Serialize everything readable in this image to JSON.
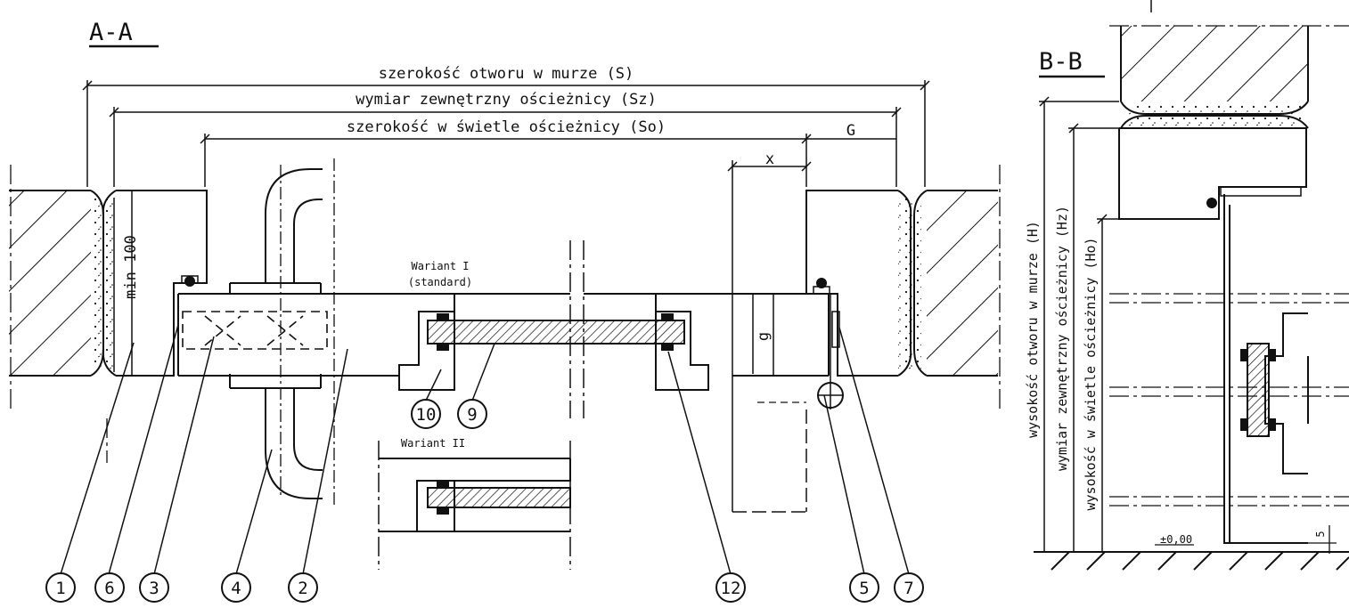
{
  "section_a": {
    "title": "A-A",
    "dim_opening_width": "szerokość otworu w murze (S)",
    "dim_frame_outer": "wymiar zewnętrzny ościeżnicy (Sz)",
    "dim_frame_clear": "szerokość w świetle ościeżnicy (So)",
    "dim_g_upper": "G",
    "dim_x": "x",
    "dim_g_lower": "g",
    "dim_min": "min 100",
    "variant_1_line1": "Wariant I",
    "variant_1_line2": "(standard)",
    "variant_2": "Wariant II",
    "callouts": [
      "1",
      "6",
      "3",
      "4",
      "2",
      "10",
      "9",
      "12",
      "5",
      "7"
    ]
  },
  "section_b": {
    "title": "B-B",
    "dim_opening_height": "wysokość otworu w murze (H)",
    "dim_frame_outer_height": "wymiar zewnętrzny ościeżnicy (Hz)",
    "dim_frame_clear_height": "wysokość w świetle ościeżnicy (Ho)",
    "level_mark": "±0,00",
    "dim_five": "5"
  }
}
